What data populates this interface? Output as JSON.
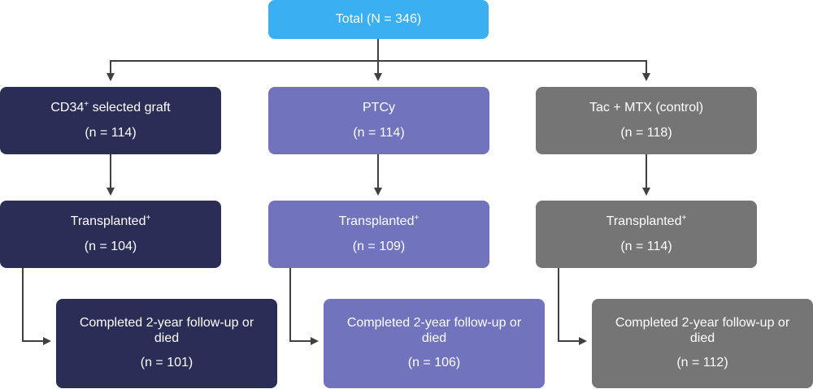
{
  "total": {
    "label": "Total (N = 346)"
  },
  "arms": [
    {
      "name": "CD34",
      "name_sup": "+",
      "name_rest": " selected graft",
      "n": "(n = 114)",
      "transplanted": {
        "label": "Transplanted",
        "sup": "+",
        "n": "(n = 104)"
      },
      "completed": {
        "label": "Completed 2-year follow-up or died",
        "n": "(n = 101)"
      },
      "color": "#2a2d55"
    },
    {
      "name": "PTCy",
      "name_sup": "",
      "name_rest": "",
      "n": "(n = 114)",
      "transplanted": {
        "label": "Transplanted",
        "sup": "+",
        "n": "(n = 109)"
      },
      "completed": {
        "label": "Completed 2-year follow-up or died",
        "n": "(n = 106)"
      },
      "color": "#7173bd"
    },
    {
      "name": "Tac + MTX (control)",
      "name_sup": "",
      "name_rest": "",
      "n": "(n = 118)",
      "transplanted": {
        "label": "Transplanted",
        "sup": "+",
        "n": "(n = 114)"
      },
      "completed": {
        "label": "Completed 2-year follow-up or died",
        "n": "(n = 112)"
      },
      "color": "#757575"
    }
  ],
  "colors": {
    "total": "#3aaff2",
    "connector": "#404040"
  }
}
